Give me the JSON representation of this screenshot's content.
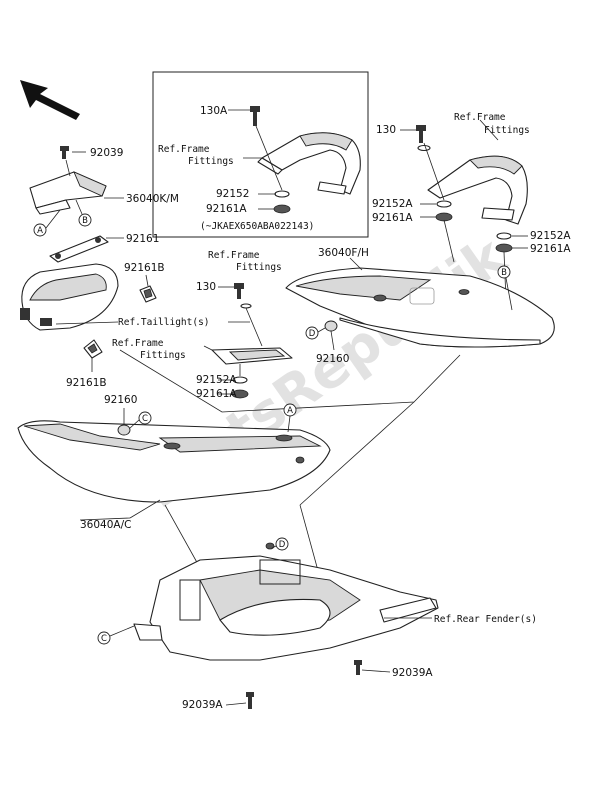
{
  "watermark": "PartsRepublik",
  "serial_note": "(~JKAEX650ABA022143)",
  "labels": {
    "p92039_top": "92039",
    "p36040KM": "36040K/M",
    "p92161": "92161",
    "p92161B_a": "92161B",
    "p92161B_b": "92161B",
    "p92160_a": "92160",
    "p92160_b": "92160",
    "p36040AC": "36040A/C",
    "p36040FH": "36040F/H",
    "p130_a": "130A",
    "p130_b": "130",
    "p130_c": "130",
    "p92152": "92152",
    "p92161A_box": "92161A",
    "p92152A_left": "92152A",
    "p92161A_left": "92161A",
    "p92152A_right": "92152A",
    "p92161A_right": "92161A",
    "p92152A_mid": "92152A",
    "p92161A_mid": "92161A",
    "p92039A_a": "92039A",
    "p92039A_b": "92039A"
  },
  "refs": {
    "frame_box_1": "Ref.Frame",
    "frame_box_2": "Fittings",
    "frame_right_1": "Ref.Frame",
    "frame_right_2": "Fittings",
    "frame_mid_1": "Ref.Frame",
    "frame_mid_2": "Fittings",
    "frame_low_1": "Ref.Frame",
    "frame_low_2": "Fittings",
    "taillight": "Ref.Taillight(s)",
    "rear_fender": "Ref.Rear Fender(s)"
  },
  "callouts": {
    "A1": "A",
    "A2": "A",
    "B1": "B",
    "B2": "B",
    "C1": "C",
    "C2": "C",
    "D1": "D",
    "D2": "D"
  }
}
